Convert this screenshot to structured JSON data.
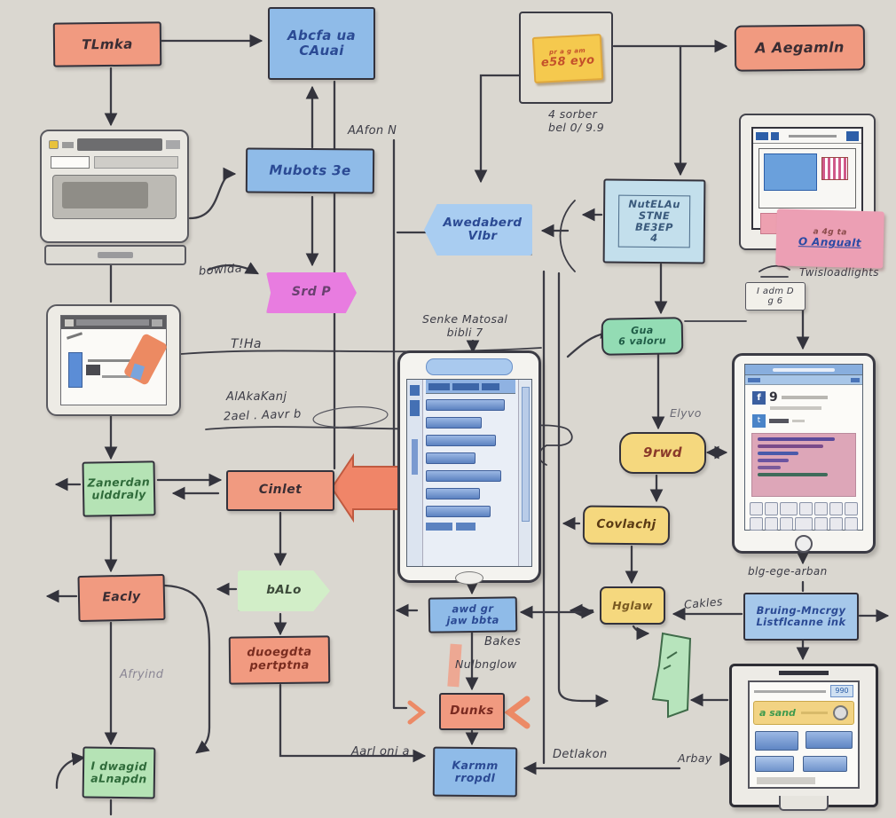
{
  "colors": {
    "background": "#dad7d0",
    "orange_node": "#f19a80",
    "blue_node": "#8fbbe8",
    "light_blue_node": "#c3dfec",
    "green_node": "#b5e3b5",
    "teal_node": "#93dcb4",
    "yellow_node": "#f5d87e",
    "magenta_node": "#e87ce0",
    "ink": "#3b3b44",
    "salmon_arrow": "#f08568",
    "pink_panel": "#eb9fb4"
  },
  "nodes": {
    "tlmka": "TLmka",
    "abcfa": "Abcfa ua\nCAuai",
    "mubots": "Mubots 3e",
    "srd": "Srd P",
    "awdaberd": "Awedaberd\nVlbr",
    "nutea": "NutELAu\nSTNE\nBE3EP\n4",
    "aegamln": "A Aegamln",
    "zanerdan": "Zanerdan\nulddraly",
    "cinlet": "Cinlet",
    "early": "Eacly",
    "idwagid": "I dwagid\naLnapdn",
    "balo": "bALo",
    "duoegdta": "duoegdta\npertptna",
    "valoru": "Gua\n6 valoru",
    "grwd": "9rwd",
    "covlachj": "Covlachj",
    "hglaw": "Hglaw",
    "awd": "awd gr\njaw bbta",
    "dunks": "Dunks",
    "karmm": "Karmm\nrropdl",
    "bruing": "Bruing-Mncrgy\nListflcanne ink",
    "note_top": "pr a g am",
    "note": "e58 eyo",
    "iadm": "I adm D\ng 6"
  },
  "labels": {
    "aafonn": "AAfon N",
    "bowlda": "bowlda",
    "time": "T!Ha",
    "alak": "AlAkaKanj",
    "ael": "2ael .      Aavr b",
    "afryind": "Afryind",
    "agloma": "Aarl oni a",
    "senke": "Senke Matosal\nbibli 7",
    "sorber": "4 sorber\nbel 0/  9.9",
    "twislo": "Twisloadlights",
    "elyvo": "Elyvo",
    "cakles": "Cakles",
    "bakes": "Bakes",
    "nulbnglow": "Nulbnglow",
    "detlakon": "Detlakon",
    "blg": "blg-ege-arban",
    "arbay": "Arbay"
  },
  "devices": {
    "tablet_right": {
      "row1_num": "9"
    },
    "pink_note": {
      "line1": "a 4g ta",
      "line2": "O Angualt"
    },
    "bottom_device": {
      "badge": "990",
      "search": "a sand"
    }
  }
}
